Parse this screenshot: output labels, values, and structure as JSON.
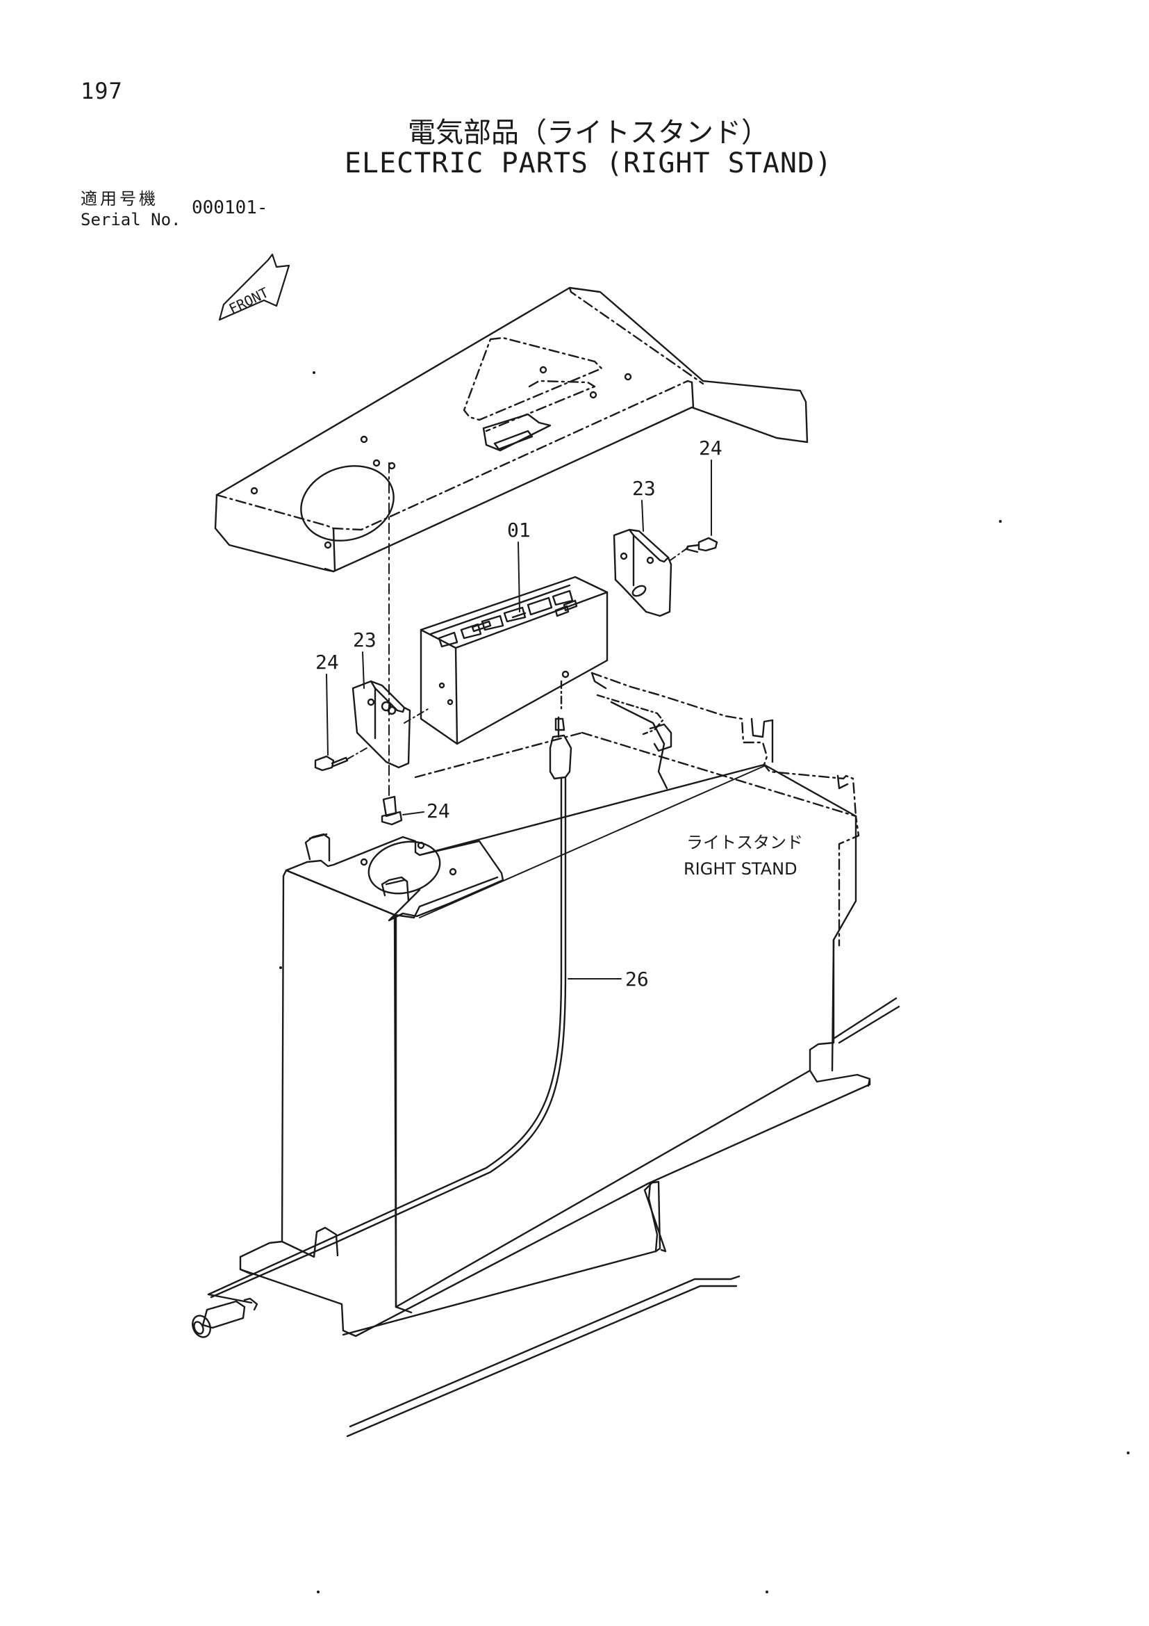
{
  "header": {
    "page_number": "197",
    "title_jp": "電気部品（ライトスタンド）",
    "title_en": "ELECTRIC PARTS (RIGHT STAND)",
    "serial_label_jp": "適用号機",
    "serial_label_en": "Serial No.",
    "serial_value": "000101-"
  },
  "diagram": {
    "front_label": "FRONT",
    "stand_label_jp": "ライトスタンド",
    "stand_label_en": "RIGHT STAND",
    "callouts": {
      "controller": "01",
      "bracket_right": "23",
      "bracket_left": "23",
      "screw_right": "24",
      "screw_left": "24",
      "screw_lower": "24",
      "harness": "26"
    },
    "line_color": "#1a1a1a"
  }
}
